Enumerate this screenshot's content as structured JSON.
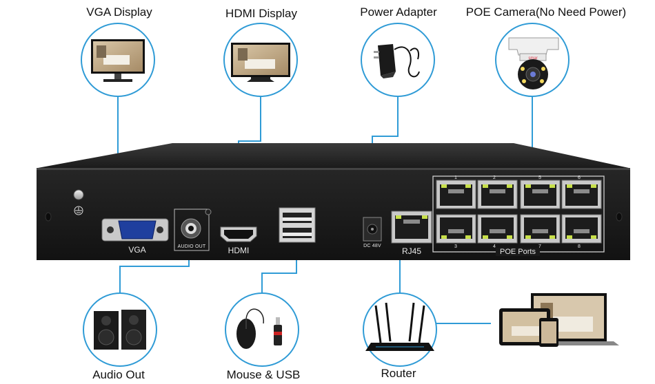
{
  "top_devices": {
    "vga_display": "VGA Display",
    "hdmi_display": "HDMI Display",
    "power_adapter": "Power Adapter",
    "poe_camera": "POE Camera(No Need Power)",
    "camera_brand": "smar"
  },
  "bottom_devices": {
    "audio_out": "Audio Out",
    "mouse_usb": "Mouse & USB",
    "router": "Router"
  },
  "panel_labels": {
    "vga": "VGA",
    "audio_out": "AUDIO OUT",
    "hdmi": "HDMI",
    "dc": "DC 48V",
    "rj45": "RJ45",
    "poe_ports": "POE Ports",
    "port_numbers_top": [
      "1",
      "2",
      "5",
      "6"
    ],
    "port_numbers_bottom": [
      "3",
      "4",
      "7",
      "8"
    ]
  },
  "colors": {
    "connector_line": "#2f9bd6",
    "circle_border": "#2f9bd6",
    "nvr_body": "#1c1c1c",
    "port_led": "#c8e04a"
  }
}
